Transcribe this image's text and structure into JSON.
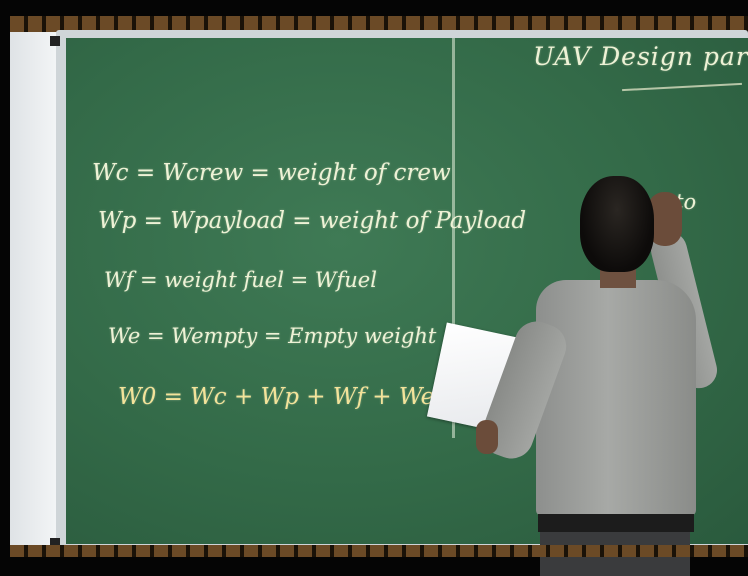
{
  "board": {
    "title": "UAV  Design part",
    "equations": [
      "Wc = Wcrew = weight of crew",
      "Wp = Wpayload = weight of Payload",
      "Wf = weight fuel = Wfuel",
      "We = Wempty = Empty weight",
      "W0 = Wc + Wp + Wf + We  —  (1)"
    ],
    "partial_text": "e to"
  },
  "colors": {
    "board": "#336a48",
    "chalk_white": "#eef2d6",
    "chalk_yellow": "#f3e39a"
  }
}
